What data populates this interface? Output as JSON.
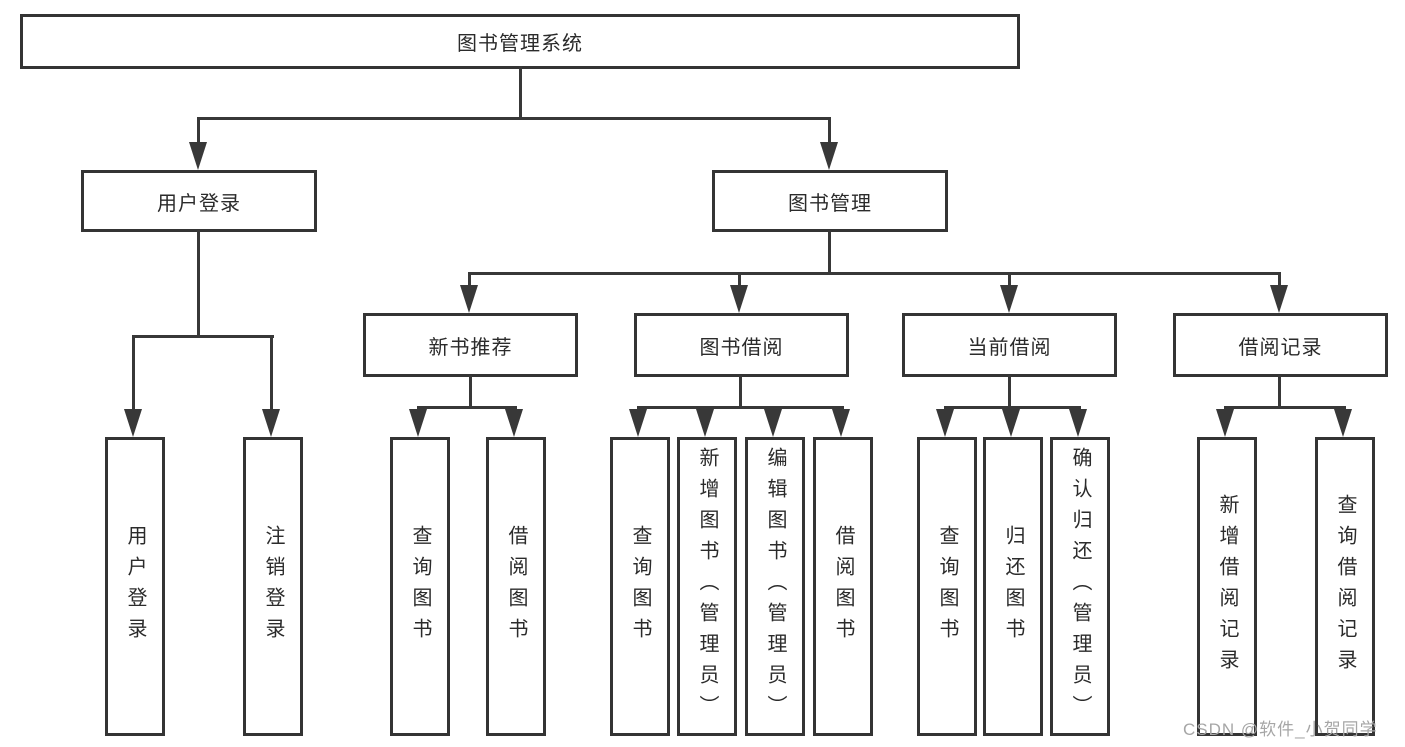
{
  "diagram": {
    "root": {
      "label": "图书管理系统"
    },
    "level2": [
      {
        "label": "用户登录"
      },
      {
        "label": "图书管理"
      }
    ],
    "level3": [
      {
        "label": "新书推荐"
      },
      {
        "label": "图书借阅"
      },
      {
        "label": "当前借阅"
      },
      {
        "label": "借阅记录"
      }
    ],
    "leaves": [
      {
        "label": "用户登录"
      },
      {
        "label": "注销登录"
      },
      {
        "label": "查询图书"
      },
      {
        "label": "借阅图书"
      },
      {
        "label": "查询图书"
      },
      {
        "label": "新增图书（管理员）"
      },
      {
        "label": "编辑图书（管理员）"
      },
      {
        "label": "借阅图书"
      },
      {
        "label": "查询图书"
      },
      {
        "label": "归还图书"
      },
      {
        "label": "确认归还（管理员）"
      },
      {
        "label": "新增借阅记录"
      },
      {
        "label": "查询借阅记录"
      }
    ],
    "watermark": "CSDN @软件_小贺同学",
    "colors": {
      "line": "#383838",
      "border": "#343434",
      "text": "#2b2b2b",
      "watermark_text": "#a6a6a6",
      "background": "#ffffff"
    }
  }
}
